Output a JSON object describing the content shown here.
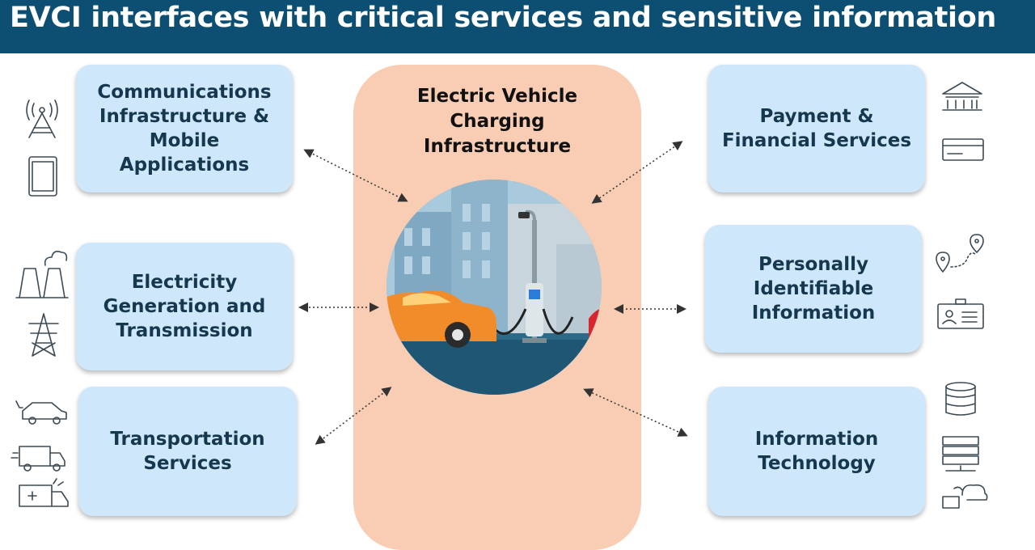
{
  "header": {
    "title": "EVCI interfaces with critical services and sensitive information"
  },
  "center": {
    "lines": [
      "Electric Vehicle",
      "Charging",
      "Infrastructure"
    ]
  },
  "boxes": {
    "communications": {
      "lines": [
        "Communications",
        "Infrastructure &",
        "Mobile",
        "Applications"
      ]
    },
    "electricity": {
      "lines": [
        "Electricity",
        "Generation and",
        "Transmission"
      ]
    },
    "transportation": {
      "lines": [
        "Transportation",
        "Services"
      ]
    },
    "payment": {
      "lines": [
        "Payment &",
        "Financial Services"
      ]
    },
    "pii": {
      "lines": [
        "Personally",
        "Identifiable",
        "Information"
      ]
    },
    "it": {
      "lines": [
        "Information",
        "Technology"
      ]
    }
  },
  "icons": {
    "communications": [
      "cell-tower-icon",
      "tablet-icon"
    ],
    "electricity": [
      "power-plant-icon",
      "transmission-tower-icon"
    ],
    "transportation": [
      "electric-car-icon",
      "delivery-truck-icon",
      "ambulance-icon"
    ],
    "payment": [
      "bank-icon",
      "credit-card-icon"
    ],
    "pii": [
      "location-route-icon",
      "id-card-icon"
    ],
    "it": [
      "database-icon",
      "server-icon",
      "cloud-sync-icon"
    ]
  },
  "colors": {
    "header": "#0d4f73",
    "box": "#cfe7fb",
    "box_text": "#15384f",
    "center": "#f8cdb3",
    "car": "#f28c2a",
    "road": "#1f5673"
  }
}
